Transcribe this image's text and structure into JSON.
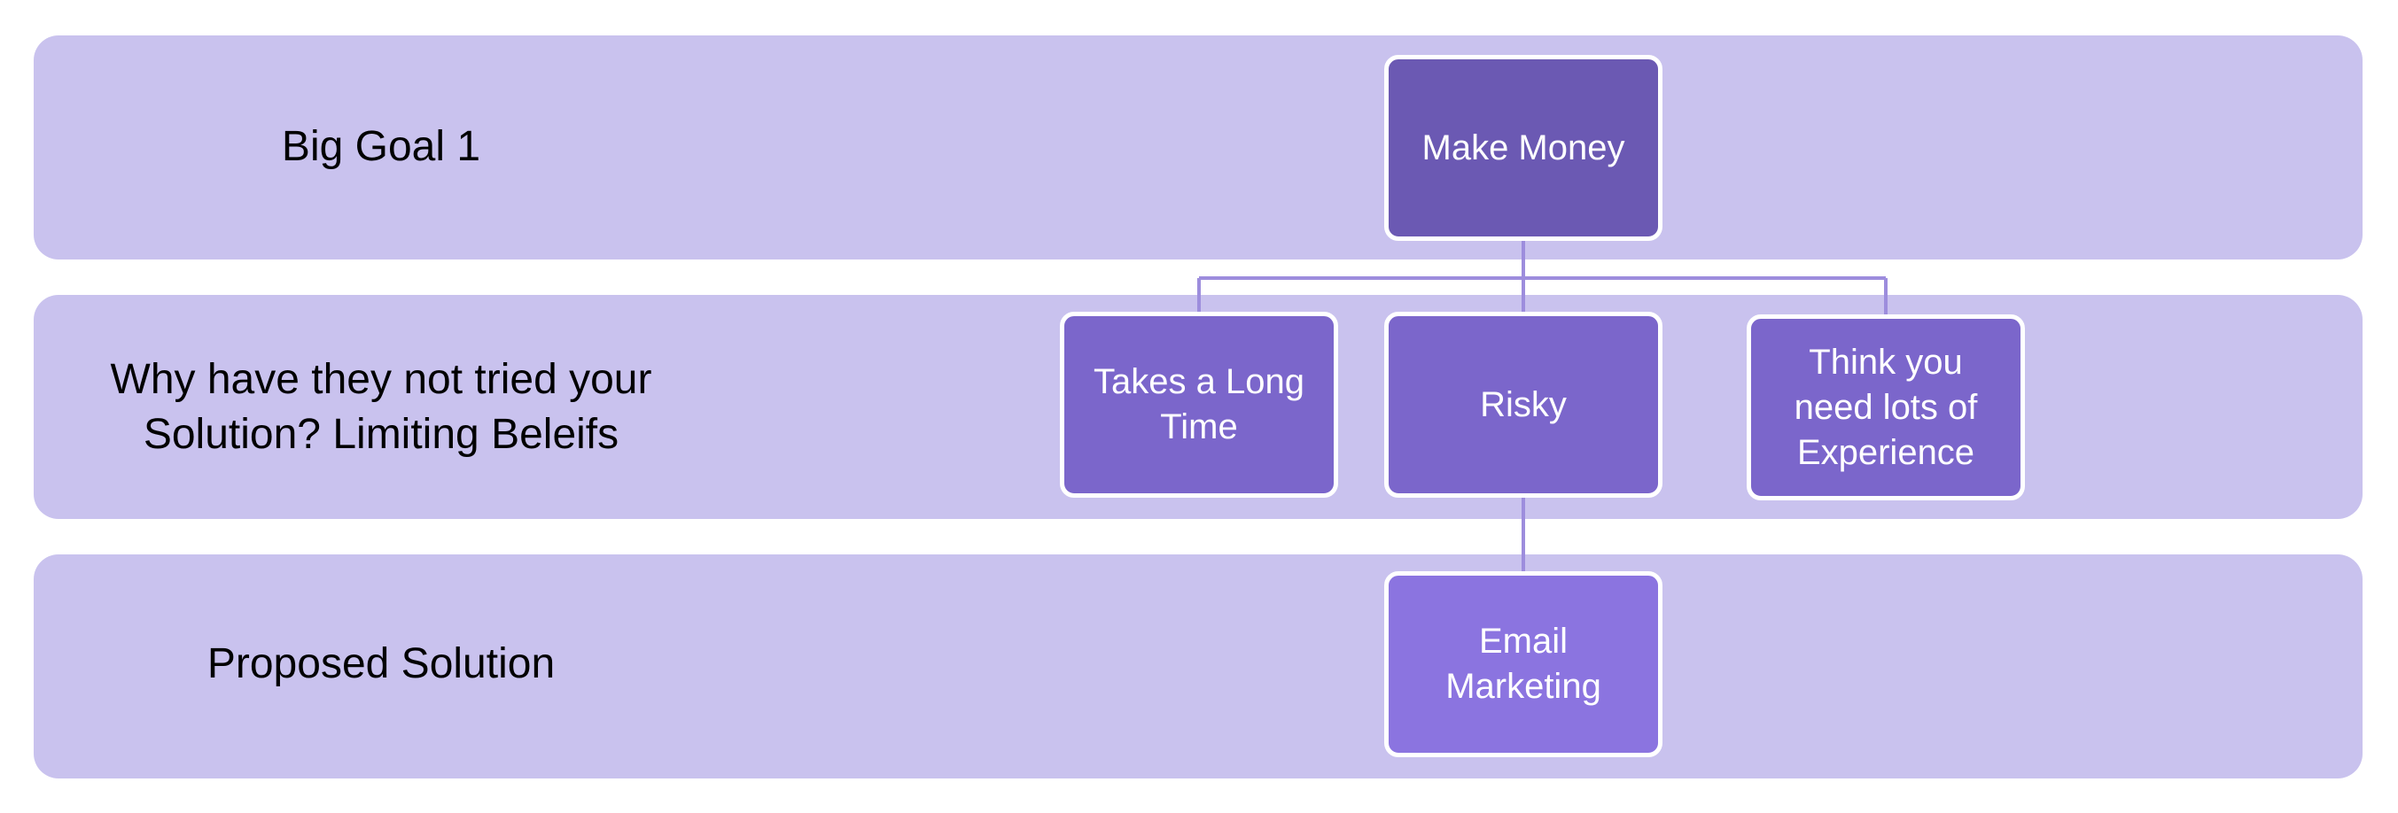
{
  "rows": [
    {
      "label": "Big Goal 1"
    },
    {
      "label": "Why have they not tried your Solution? Limiting Beleifs"
    },
    {
      "label": "Proposed Solution"
    }
  ],
  "nodes": {
    "make_money": "Make Money",
    "takes_long_time": "Takes a Long Time",
    "risky": "Risky",
    "lots_of_experience": "Think you need lots of Experience",
    "email_marketing": "Email Marketing"
  },
  "colors": {
    "band": "#c9c2ee",
    "goal_node": "#6b59b3",
    "belief_node": "#7b66cb",
    "solution_node": "#8b74e0",
    "connector": "#9d8ddd"
  }
}
